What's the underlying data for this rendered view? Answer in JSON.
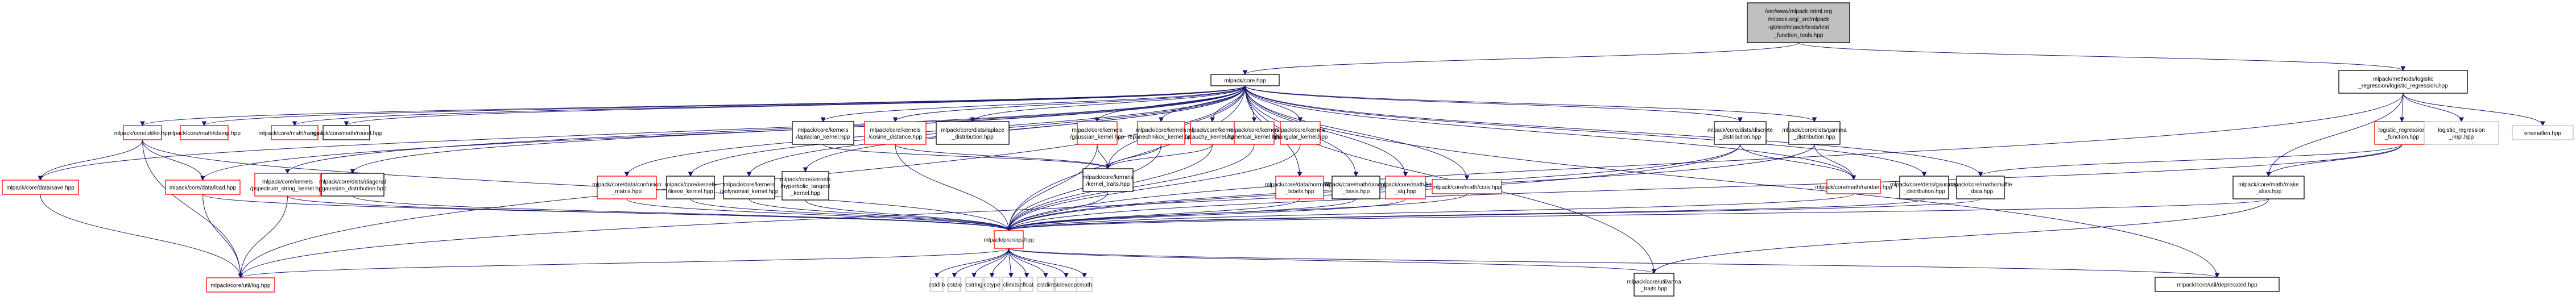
{
  "diagram": {
    "type": "include-dependency-graph",
    "colors": {
      "edge": "#191970",
      "root_fill": "#bfbfbf",
      "normal_border": "#000000",
      "truncated_border": "#ff0000",
      "external_border": "#bfbfbf"
    },
    "nodes": [
      {
        "id": "root",
        "label": [
          "/var/www/mlpack.ratml.org",
          "/mlpack.org/_src/mlpack",
          "-git/src/mlpack/tests/test",
          "_function_tools.hpp"
        ],
        "kind": "root"
      },
      {
        "id": "core",
        "label": [
          "mlpack/core.hpp"
        ],
        "kind": "normal"
      },
      {
        "id": "logreg",
        "label": [
          "mlpack/methods/logistic",
          "_regression/logistic_regression.hpp"
        ],
        "kind": "normal"
      },
      {
        "id": "io",
        "label": [
          "mlpack/core/util/io.hpp"
        ],
        "kind": "truncated"
      },
      {
        "id": "clamp",
        "label": [
          "mlpack/core/math/clamp.hpp"
        ],
        "kind": "truncated"
      },
      {
        "id": "range",
        "label": [
          "mlpack/core/math/range.hpp"
        ],
        "kind": "truncated"
      },
      {
        "id": "round",
        "label": [
          "mlpack/core/math/round.hpp"
        ],
        "kind": "normal"
      },
      {
        "id": "laplacian",
        "label": [
          "mlpack/core/kernels",
          "/laplacian_kernel.hpp"
        ],
        "kind": "normal"
      },
      {
        "id": "cosine",
        "label": [
          "mlpack/core/kernels",
          "/cosine_distance.hpp"
        ],
        "kind": "truncated"
      },
      {
        "id": "laplace",
        "label": [
          "mlpack/core/dists/laplace",
          "_distribution.hpp"
        ],
        "kind": "normal"
      },
      {
        "id": "gaussk",
        "label": [
          "mlpack/core/kernels",
          "/gaussian_kernel.hpp"
        ],
        "kind": "truncated"
      },
      {
        "id": "epan",
        "label": [
          "mlpack/core/kernels",
          "/epanechnikov_kernel.hpp"
        ],
        "kind": "truncated"
      },
      {
        "id": "cauchy",
        "label": [
          "mlpack/core/kernels",
          "/cauchy_kernel.hpp"
        ],
        "kind": "truncated"
      },
      {
        "id": "spherical",
        "label": [
          "mlpack/core/kernels",
          "/spherical_kernel.hpp"
        ],
        "kind": "truncated"
      },
      {
        "id": "triangular",
        "label": [
          "mlpack/core/kernels",
          "/triangular_kernel.hpp"
        ],
        "kind": "truncated"
      },
      {
        "id": "discrete",
        "label": [
          "mlpack/core/dists/discrete",
          "_distribution.hpp"
        ],
        "kind": "normal"
      },
      {
        "id": "gamma",
        "label": [
          "mlpack/core/dists/gamma",
          "_distribution.hpp"
        ],
        "kind": "normal"
      },
      {
        "id": "lrfunc",
        "label": [
          "logistic_regression",
          "_function.hpp"
        ],
        "kind": "truncated"
      },
      {
        "id": "lrimpl",
        "label": [
          "logistic_regression",
          "_impl.hpp"
        ],
        "kind": "external"
      },
      {
        "id": "ensmallen",
        "label": [
          "ensmallen.hpp"
        ],
        "kind": "external"
      },
      {
        "id": "save",
        "label": [
          "mlpack/core/data/save.hpp"
        ],
        "kind": "truncated"
      },
      {
        "id": "load",
        "label": [
          "mlpack/core/data/load.hpp"
        ],
        "kind": "truncated"
      },
      {
        "id": "pspectrum",
        "label": [
          "mlpack/core/kernels",
          "/pspectrum_string_kernel.hpp"
        ],
        "kind": "truncated"
      },
      {
        "id": "diaggauss",
        "label": [
          "mlpack/core/dists/diagonal",
          "_gaussian_distribution.hpp"
        ],
        "kind": "normal"
      },
      {
        "id": "confusion",
        "label": [
          "mlpack/core/data/confusion",
          "_matrix.hpp"
        ],
        "kind": "truncated"
      },
      {
        "id": "linear",
        "label": [
          "mlpack/core/kernels",
          "/linear_kernel.hpp"
        ],
        "kind": "normal"
      },
      {
        "id": "poly",
        "label": [
          "mlpack/core/kernels",
          "/polynomial_kernel.hpp"
        ],
        "kind": "normal"
      },
      {
        "id": "hyper",
        "label": [
          "mlpack/core/kernels",
          "/hyperbolic_tangent",
          "_kernel.hpp"
        ],
        "kind": "normal"
      },
      {
        "id": "ktraits",
        "label": [
          "mlpack/core/kernels",
          "/kernel_traits.hpp"
        ],
        "kind": "normal"
      },
      {
        "id": "normlabels",
        "label": [
          "mlpack/core/data/normalize",
          "_labels.hpp"
        ],
        "kind": "truncated"
      },
      {
        "id": "randbasis",
        "label": [
          "mlpack/core/math/random",
          "_basis.hpp"
        ],
        "kind": "normal"
      },
      {
        "id": "linalg",
        "label": [
          "mlpack/core/math/lin",
          "_alg.hpp"
        ],
        "kind": "truncated"
      },
      {
        "id": "ccov",
        "label": [
          "mlpack/core/math/ccov.hpp"
        ],
        "kind": "truncated"
      },
      {
        "id": "random",
        "label": [
          "mlpack/core/math/random.hpp"
        ],
        "kind": "truncated"
      },
      {
        "id": "gaussdist",
        "label": [
          "mlpack/core/dists/gaussian",
          "_distribution.hpp"
        ],
        "kind": "normal"
      },
      {
        "id": "shuffle",
        "label": [
          "mlpack/core/math/shuffle",
          "_data.hpp"
        ],
        "kind": "normal"
      },
      {
        "id": "makealias",
        "label": [
          "mlpack/core/math/make",
          "_alias.hpp"
        ],
        "kind": "normal"
      },
      {
        "id": "prereqs",
        "label": [
          "mlpack/prereqs.hpp"
        ],
        "kind": "truncated"
      },
      {
        "id": "log",
        "label": [
          "mlpack/core/util/log.hpp"
        ],
        "kind": "truncated"
      },
      {
        "id": "cstdlib",
        "label": [
          "cstdlib"
        ],
        "kind": "external"
      },
      {
        "id": "cstdio",
        "label": [
          "cstdio"
        ],
        "kind": "external"
      },
      {
        "id": "cstring",
        "label": [
          "cstring"
        ],
        "kind": "external"
      },
      {
        "id": "cctype",
        "label": [
          "cctype"
        ],
        "kind": "external"
      },
      {
        "id": "climits",
        "label": [
          "climits"
        ],
        "kind": "external"
      },
      {
        "id": "cfloat",
        "label": [
          "cfloat"
        ],
        "kind": "external"
      },
      {
        "id": "cstdint",
        "label": [
          "cstdint"
        ],
        "kind": "external"
      },
      {
        "id": "stdexcept",
        "label": [
          "stdexcept"
        ],
        "kind": "external"
      },
      {
        "id": "cmath",
        "label": [
          "cmath"
        ],
        "kind": "external"
      },
      {
        "id": "armatraits",
        "label": [
          "mlpack/core/util/arma",
          "_traits.hpp"
        ],
        "kind": "normal"
      },
      {
        "id": "deprecated",
        "label": [
          "mlpack/core/util/deprecated.hpp"
        ],
        "kind": "normal"
      }
    ],
    "edges": [
      [
        "root",
        "core"
      ],
      [
        "root",
        "logreg"
      ],
      [
        "core",
        "io"
      ],
      [
        "core",
        "clamp"
      ],
      [
        "core",
        "range"
      ],
      [
        "core",
        "round"
      ],
      [
        "core",
        "laplacian"
      ],
      [
        "core",
        "cosine"
      ],
      [
        "core",
        "laplace"
      ],
      [
        "core",
        "gaussk"
      ],
      [
        "core",
        "epan"
      ],
      [
        "core",
        "cauchy"
      ],
      [
        "core",
        "spherical"
      ],
      [
        "core",
        "triangular"
      ],
      [
        "core",
        "discrete"
      ],
      [
        "core",
        "gamma"
      ],
      [
        "core",
        "save"
      ],
      [
        "core",
        "load"
      ],
      [
        "core",
        "pspectrum"
      ],
      [
        "core",
        "diaggauss"
      ],
      [
        "core",
        "confusion"
      ],
      [
        "core",
        "linear"
      ],
      [
        "core",
        "poly"
      ],
      [
        "core",
        "hyper"
      ],
      [
        "core",
        "ktraits"
      ],
      [
        "core",
        "normlabels"
      ],
      [
        "core",
        "randbasis"
      ],
      [
        "core",
        "linalg"
      ],
      [
        "core",
        "ccov"
      ],
      [
        "core",
        "random"
      ],
      [
        "core",
        "gaussdist"
      ],
      [
        "core",
        "shuffle"
      ],
      [
        "core",
        "prereqs"
      ],
      [
        "core",
        "log"
      ],
      [
        "core",
        "armatraits"
      ],
      [
        "core",
        "deprecated"
      ],
      [
        "logreg",
        "lrfunc"
      ],
      [
        "logreg",
        "lrimpl"
      ],
      [
        "logreg",
        "ensmallen"
      ],
      [
        "logreg",
        "prereqs"
      ],
      [
        "logreg",
        "makealias"
      ],
      [
        "lrfunc",
        "shuffle"
      ],
      [
        "lrfunc",
        "makealias"
      ],
      [
        "lrfunc",
        "prereqs"
      ],
      [
        "io",
        "save"
      ],
      [
        "io",
        "load"
      ],
      [
        "io",
        "prereqs"
      ],
      [
        "io",
        "log"
      ],
      [
        "save",
        "log"
      ],
      [
        "load",
        "log"
      ],
      [
        "load",
        "prereqs"
      ],
      [
        "pspectrum",
        "log"
      ],
      [
        "pspectrum",
        "prereqs"
      ],
      [
        "diaggauss",
        "prereqs"
      ],
      [
        "confusion",
        "prereqs"
      ],
      [
        "linear",
        "prereqs"
      ],
      [
        "poly",
        "prereqs"
      ],
      [
        "hyper",
        "prereqs"
      ],
      [
        "laplacian",
        "ktraits"
      ],
      [
        "cosine",
        "ktraits"
      ],
      [
        "cosine",
        "prereqs"
      ],
      [
        "gaussk",
        "ktraits"
      ],
      [
        "gaussk",
        "prereqs"
      ],
      [
        "epan",
        "ktraits"
      ],
      [
        "epan",
        "prereqs"
      ],
      [
        "cauchy",
        "ktraits"
      ],
      [
        "cauchy",
        "prereqs"
      ],
      [
        "spherical",
        "prereqs"
      ],
      [
        "triangular",
        "prereqs"
      ],
      [
        "ktraits",
        "prereqs"
      ],
      [
        "discrete",
        "random"
      ],
      [
        "discrete",
        "prereqs"
      ],
      [
        "discrete",
        "log"
      ],
      [
        "gamma",
        "random"
      ],
      [
        "gamma",
        "prereqs"
      ],
      [
        "normlabels",
        "prereqs"
      ],
      [
        "randbasis",
        "prereqs"
      ],
      [
        "linalg",
        "prereqs"
      ],
      [
        "ccov",
        "prereqs"
      ],
      [
        "random",
        "prereqs"
      ],
      [
        "gaussdist",
        "prereqs"
      ],
      [
        "shuffle",
        "prereqs"
      ],
      [
        "makealias",
        "prereqs"
      ],
      [
        "prereqs",
        "cstdlib"
      ],
      [
        "prereqs",
        "cstdio"
      ],
      [
        "prereqs",
        "cstring"
      ],
      [
        "prereqs",
        "cctype"
      ],
      [
        "prereqs",
        "climits"
      ],
      [
        "prereqs",
        "cfloat"
      ],
      [
        "prereqs",
        "cstdint"
      ],
      [
        "prereqs",
        "stdexcept"
      ],
      [
        "prereqs",
        "cmath"
      ],
      [
        "prereqs",
        "log"
      ],
      [
        "prereqs",
        "armatraits"
      ],
      [
        "prereqs",
        "deprecated"
      ],
      [
        "makealias",
        "armatraits"
      ]
    ]
  }
}
